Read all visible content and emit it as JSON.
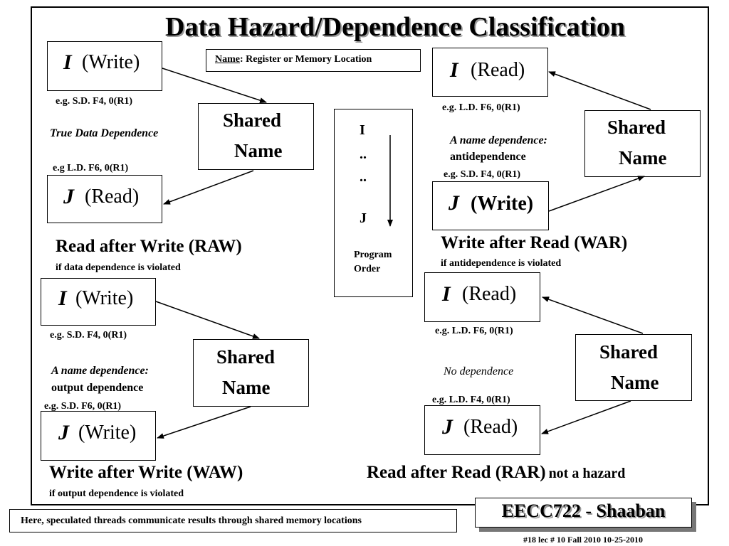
{
  "title": "Data Hazard/Dependence Classification",
  "name_box": {
    "label": "Name",
    "text": ": Register  or  Memory Location"
  },
  "raw": {
    "i_letter": "I",
    "i_op": "(Write)",
    "i_example": "e.g.  S.D.  F4,  0(R1)",
    "dependence": "True Data Dependence",
    "j_example": "e.g  L.D.  F6,   0(R1)",
    "j_letter": "J",
    "j_op": "(Read)",
    "shared_1": "Shared",
    "shared_2": "Name",
    "heading": "Read after Write  (RAW)",
    "subheading": "if data dependence is violated"
  },
  "waw": {
    "i_letter": "I",
    "i_op": "(Write)",
    "i_example": "e.g.  S.D.  F4,  0(R1)",
    "dependence_1": "A name dependence:",
    "dependence_2": "output dependence",
    "j_example": "e.g.  S.D.  F6,   0(R1)",
    "j_letter": "J",
    "j_op": "(Write)",
    "shared_1": "Shared",
    "shared_2": "Name",
    "heading": "Write after Write  (WAW)",
    "subheading": "if  output dependence is violated"
  },
  "war": {
    "i_letter": "I",
    "i_op": "(Read)",
    "i_example": "e.g.  L.D.  F6,  0(R1)",
    "dependence_1": "A name dependence:",
    "dependence_2": "antidependence",
    "j_example": "e.g.  S.D.  F4,   0(R1)",
    "j_letter": "J",
    "j_op": "(Write)",
    "shared_1": "Shared",
    "shared_2": "Name",
    "heading": "Write after Read (WAR)",
    "subheading": "if antidependence is violated"
  },
  "rar": {
    "i_letter": "I",
    "i_op": "(Read)",
    "i_example": "e.g.  L.D.  F6,  0(R1)",
    "dependence": "No dependence",
    "j_example": "e.g.  L.D.  F4,  0(R1)",
    "j_letter": "J",
    "j_op": "(Read)",
    "shared_1": "Shared",
    "shared_2": "Name",
    "heading": "Read after Read  (RAR)",
    "heading_note": "not a hazard"
  },
  "program_order": {
    "top": "I",
    "dots_1": "..",
    "dots_2": "..",
    "bottom": "J",
    "label_1": "Program",
    "label_2": "Order"
  },
  "footer_note": "Here, speculated threads communicate results through shared memory locations",
  "course": "EECC722 - Shaaban",
  "slide_id": "#18   lec # 10     Fall 2010   10-25-2010"
}
